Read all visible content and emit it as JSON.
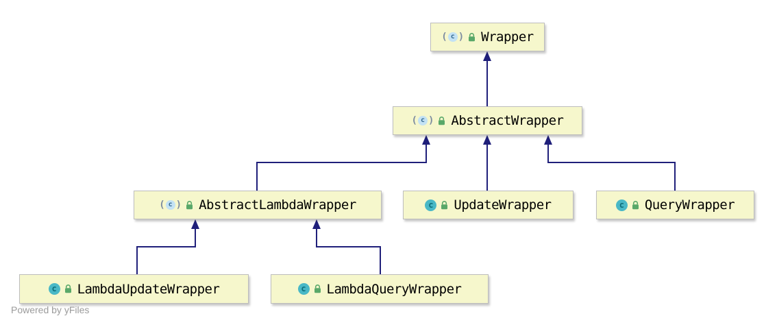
{
  "diagram": {
    "nodes": [
      {
        "label": "Wrapper",
        "type": "abstract-class"
      },
      {
        "label": "AbstractWrapper",
        "type": "abstract-class"
      },
      {
        "label": "AbstractLambdaWrapper",
        "type": "abstract-class"
      },
      {
        "label": "UpdateWrapper",
        "type": "class"
      },
      {
        "label": "QueryWrapper",
        "type": "class"
      },
      {
        "label": "LambdaUpdateWrapper",
        "type": "class"
      },
      {
        "label": "LambdaQueryWrapper",
        "type": "class"
      }
    ],
    "edges": [
      {
        "from": "AbstractWrapper",
        "to": "Wrapper",
        "relation": "extends"
      },
      {
        "from": "AbstractLambdaWrapper",
        "to": "AbstractWrapper",
        "relation": "extends"
      },
      {
        "from": "UpdateWrapper",
        "to": "AbstractWrapper",
        "relation": "extends"
      },
      {
        "from": "QueryWrapper",
        "to": "AbstractWrapper",
        "relation": "extends"
      },
      {
        "from": "LambdaUpdateWrapper",
        "to": "AbstractLambdaWrapper",
        "relation": "extends"
      },
      {
        "from": "LambdaQueryWrapper",
        "to": "AbstractLambdaWrapper",
        "relation": "extends"
      }
    ],
    "icons": {
      "class_letter": "c",
      "paren_open": "(",
      "paren_close": ")",
      "class_icon": "class-icon",
      "abstract_class_icon": "abstract-class-icon",
      "lock_icon": "lock-icon"
    },
    "colors": {
      "background": "#FFFFFF",
      "node_fill": "#F6F7CC",
      "node_border": "#BDBDBD",
      "edge": "#1F1F7A",
      "label": "#000000",
      "class_icon_fill": "#49B8C6",
      "abstract_icon_color": "#33688F",
      "lock_icon_color": "#59A869"
    }
  },
  "footer": {
    "text": "Powered by yFiles"
  }
}
